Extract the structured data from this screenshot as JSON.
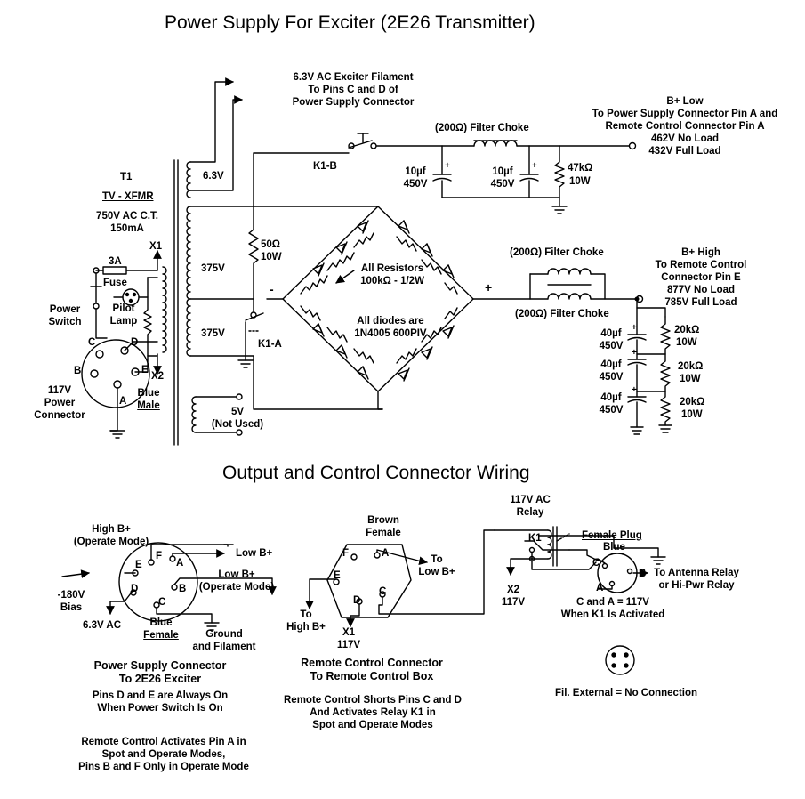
{
  "titles": {
    "main": "Power Supply For Exciter (2E26 Transmitter)",
    "section2": "Output and Control Connector Wiring"
  },
  "supply": {
    "filament_note": [
      "6.3V AC Exciter Filament",
      "To Pins C and D of",
      "Power Supply Connector"
    ],
    "winding_63v": "6.3V",
    "t1_label": "T1",
    "t1_type": "TV - XFMR",
    "t1_spec": [
      "750V AC C.T.",
      "150mA"
    ],
    "x1": "X1",
    "x2": "X2",
    "fuse_rating": "3A",
    "fuse": "Fuse",
    "pilot_lamp": [
      "Pilot",
      "Lamp"
    ],
    "power_switch": [
      "Power",
      "Switch"
    ],
    "conn_pins": {
      "a": "A",
      "b": "B",
      "c": "C",
      "d": "D",
      "e": "E"
    },
    "conn_117v": [
      "117V",
      "Power",
      "Connector"
    ],
    "conn_blue": "Blue",
    "conn_male": "Male",
    "winding_375_top": "375V",
    "winding_375_bot": "375V",
    "winding_5v": [
      "5V",
      "(Not Used)"
    ],
    "r50": [
      "50Ω",
      "10W"
    ],
    "k1a": "K1-A",
    "k1b": "K1-B",
    "minus": "-",
    "plus": "+",
    "all_resistors": [
      "All Resistors",
      "100kΩ - 1/2W"
    ],
    "all_diodes": [
      "All diodes are",
      "1N4005 600PIV"
    ],
    "choke_low": "(200Ω) Filter Choke",
    "cap_low1": [
      "10µf",
      "450V"
    ],
    "cap_low2": [
      "10µf",
      "450V"
    ],
    "r47k": [
      "47kΩ",
      "10W"
    ],
    "bplus_low": [
      "B+ Low",
      "To Power Supply Connector Pin A and",
      "Remote Control Connector Pin A",
      "462V No Load",
      "432V Full Load"
    ],
    "choke_high1": "(200Ω) Filter Choke",
    "choke_high2": "(200Ω) Filter Choke",
    "bplus_high": [
      "B+ High",
      "To Remote Control",
      "Connector Pin E",
      "877V No Load",
      "785V Full Load"
    ],
    "cap_high": [
      "40µf",
      "450V"
    ],
    "r20k": [
      "20kΩ",
      "10W"
    ]
  },
  "psc": {
    "high_b": [
      "High B+",
      "(Operate Mode)"
    ],
    "low_b_out": "Low B+",
    "low_b_op": [
      "Low B+",
      "(Operate Mode)"
    ],
    "pins": {
      "a": "A",
      "b": "B",
      "c": "C",
      "d": "D",
      "e": "E",
      "f": "F"
    },
    "bias": [
      "-180V",
      "Bias"
    ],
    "ac63": "6.3V AC",
    "blue": "Blue",
    "female": "Female",
    "ground": [
      "Ground",
      "and Filament"
    ],
    "title": [
      "Power Supply Connector",
      "To 2E26 Exciter"
    ],
    "note1": [
      "Pins D and E are Always On",
      "When Power Switch Is On"
    ],
    "note2": [
      "Remote Control Activates Pin A in",
      "Spot and Operate Modes,",
      "Pins B and F Only in Operate Mode"
    ]
  },
  "rcc": {
    "brown": "Brown",
    "female": "Female",
    "pins": {
      "a": "A",
      "c": "C",
      "d": "D",
      "e": "E",
      "f": "F"
    },
    "to_low_b": [
      "To",
      "Low B+"
    ],
    "to_high_b": [
      "To",
      "High B+"
    ],
    "x1": [
      "X1",
      "117V"
    ],
    "title": [
      "Remote Control Connector",
      "To Remote Control Box"
    ],
    "note": [
      "Remote Control Shorts Pins C and D",
      "And Activates Relay K1 in",
      "Spot and Operate Modes"
    ]
  },
  "relay": {
    "label": [
      "117V AC",
      "Relay"
    ],
    "k1": "K1",
    "x2": [
      "X2",
      "117V"
    ],
    "female_plug": "Female Plug",
    "blue": "Blue",
    "pins": {
      "a": "A",
      "b": "B",
      "c": "C"
    },
    "antenna": [
      "To Antenna Relay",
      "or Hi-Pwr Relay"
    ],
    "ca": [
      "C and A = 117V",
      "When K1 Is Activated"
    ],
    "fil": "Fil. External = No Connection"
  }
}
